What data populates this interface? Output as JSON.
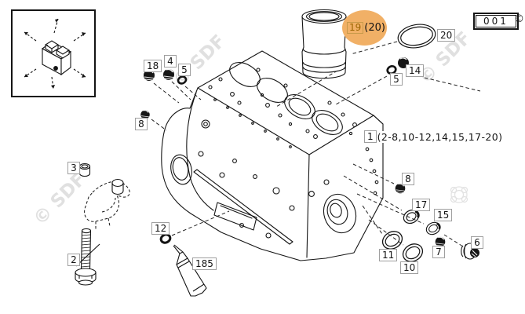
{
  "sheet": {
    "code": "001",
    "copyright": "©"
  },
  "watermark": {
    "display": "© SDF"
  },
  "highlight_callout": {
    "number": "19",
    "ref": "(20)",
    "color": "#f1b066"
  },
  "assembly_callout": {
    "number": "1",
    "parts_range": "(2-8,10-12,14,15,17-20)"
  },
  "callouts": {
    "c18": "18",
    "c4": "4",
    "c5_left": "5",
    "c8_left": "8",
    "c3": "3",
    "c2": "2",
    "c12": "12",
    "c185": "185",
    "c20": "20",
    "c14": "14",
    "c5_right": "5",
    "c8_right": "8",
    "c17": "17",
    "c15": "15",
    "c11": "11",
    "c10": "10",
    "c7": "7",
    "c6": "6"
  }
}
